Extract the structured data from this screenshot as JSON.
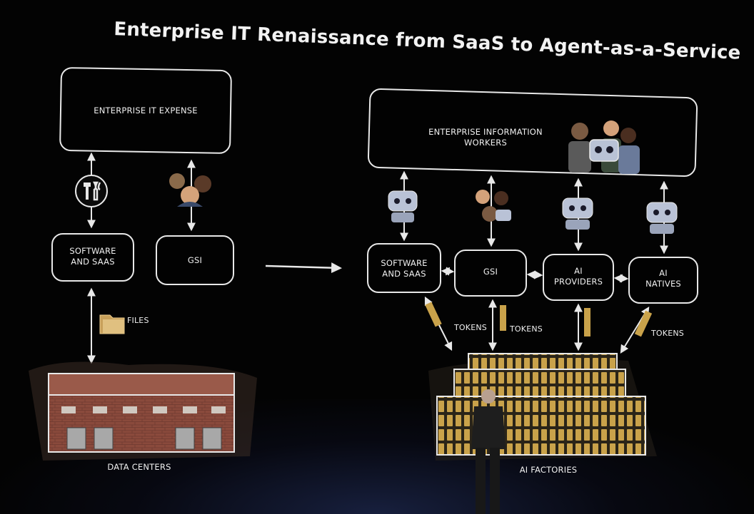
{
  "slide": {
    "title": "Enterprise IT Renaissance from SaaS to Agent-as-a-Service"
  },
  "left": {
    "top_box": "ENTERPRISE IT EXPENSE",
    "software_box": "SOFTWARE\nAND SAAS",
    "gsi_box": "GSI",
    "files_label": "FILES",
    "data_centers_label": "DATA CENTERS"
  },
  "right": {
    "top_box": "ENTERPRISE INFORMATION\nWORKERS",
    "software_box": "SOFTWARE\nAND SAAS",
    "gsi_box": "GSI",
    "ai_providers_box": "AI\nPROVIDERS",
    "ai_natives_box": "AI\nNATIVES",
    "tokens_labels": [
      "TOKENS",
      "TOKENS",
      "TOKENS"
    ],
    "ai_factories_label": "AI FACTORIES"
  },
  "colors": {
    "background": "#030303",
    "line": "#e8e8e8",
    "brick": "#8a4a3c",
    "gold": "#c9a24a",
    "robot": "#b9c2d6"
  }
}
